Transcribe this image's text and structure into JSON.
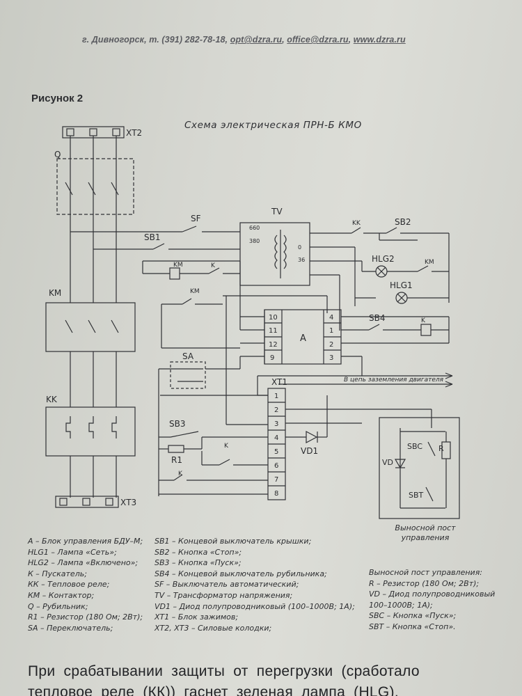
{
  "header": {
    "prefix": "г. Дивногорск, т. (391) 282-78-18, ",
    "email1": "opt@dzra.ru",
    "email2": "office@dzra.ru",
    "site": "www.dzra.ru",
    "sep": ", "
  },
  "figure_label": "Рисунок 2",
  "diagram": {
    "title": "Схема электрическая ПРН-Б КМО",
    "labels": {
      "xt2": "ХТ2",
      "q": "Q",
      "km": "KM",
      "kk": "KK",
      "xt3": "ХТ3",
      "sf": "SF",
      "tv": "TV",
      "sb1": "SB1",
      "sb2": "SB2",
      "sb3": "SB3",
      "sb4": "SB4",
      "hlg1": "HLG1",
      "hlg2": "HLG2",
      "a": "A",
      "sa": "SA",
      "xt1": "XT1",
      "r1": "R1",
      "vd1": "VD1",
      "k": "K",
      "kk_contact": "KK",
      "ground_note": "В цепь заземления двигателя",
      "remote_r": "R",
      "remote_vd": "VD",
      "remote_sbc": "SBC",
      "remote_sbt": "SBT",
      "remote_post": "Выносной пост управления",
      "tv_660": "660",
      "tv_380": "380",
      "tv_0": "0",
      "tv_36": "36",
      "a_pins_left": [
        "10",
        "11",
        "12",
        "9"
      ],
      "a_pins_right": [
        "4",
        "1",
        "2",
        "3"
      ],
      "xt1_pins": [
        "1",
        "2",
        "3",
        "4",
        "5",
        "6",
        "7",
        "8"
      ]
    }
  },
  "legend": {
    "col1": [
      "А – Блок управления БДУ–М;",
      "HLG1 – Лампа «Сеть»;",
      "HLG2 – Лампа «Включено»;",
      "К – Пускатель;",
      "КК – Тепловое реле;",
      "КМ – Контактор;",
      "Q – Рубильник;",
      "R1 – Резистор (180 Ом; 2Вт);",
      "SA – Переключатель;"
    ],
    "col2": [
      "SB1 – Концевой выключатель крышки;",
      "SB2 – Кнопка «Стоп»;",
      "SB3 – Кнопка «Пуск»;",
      "SB4 – Концевой выключатель рубильника;",
      "SF – Выключатель автоматический;",
      "TV – Трансформатор напряжения;",
      "VD1 – Диод полупроводниковый (100–1000В; 1А);",
      "ХТ1 – Блок зажимов;",
      "ХТ2, ХТ3 – Силовые колодки;"
    ],
    "col3": [
      "Выносной пост управления:",
      "R – Резистор (180 Ом; 2Вт);",
      "VD – Диод полупроводниковый",
      "100–1000В; 1А);",
      "SBC – Кнопка «Пуск»;",
      "SBT – Кнопка «Стоп»."
    ]
  },
  "paragraph": {
    "line1": "При срабатывании защиты от перегрузки (сработало",
    "line2": "тепловое реле (КК)) гаснет зеленая лампа (HLG)."
  }
}
